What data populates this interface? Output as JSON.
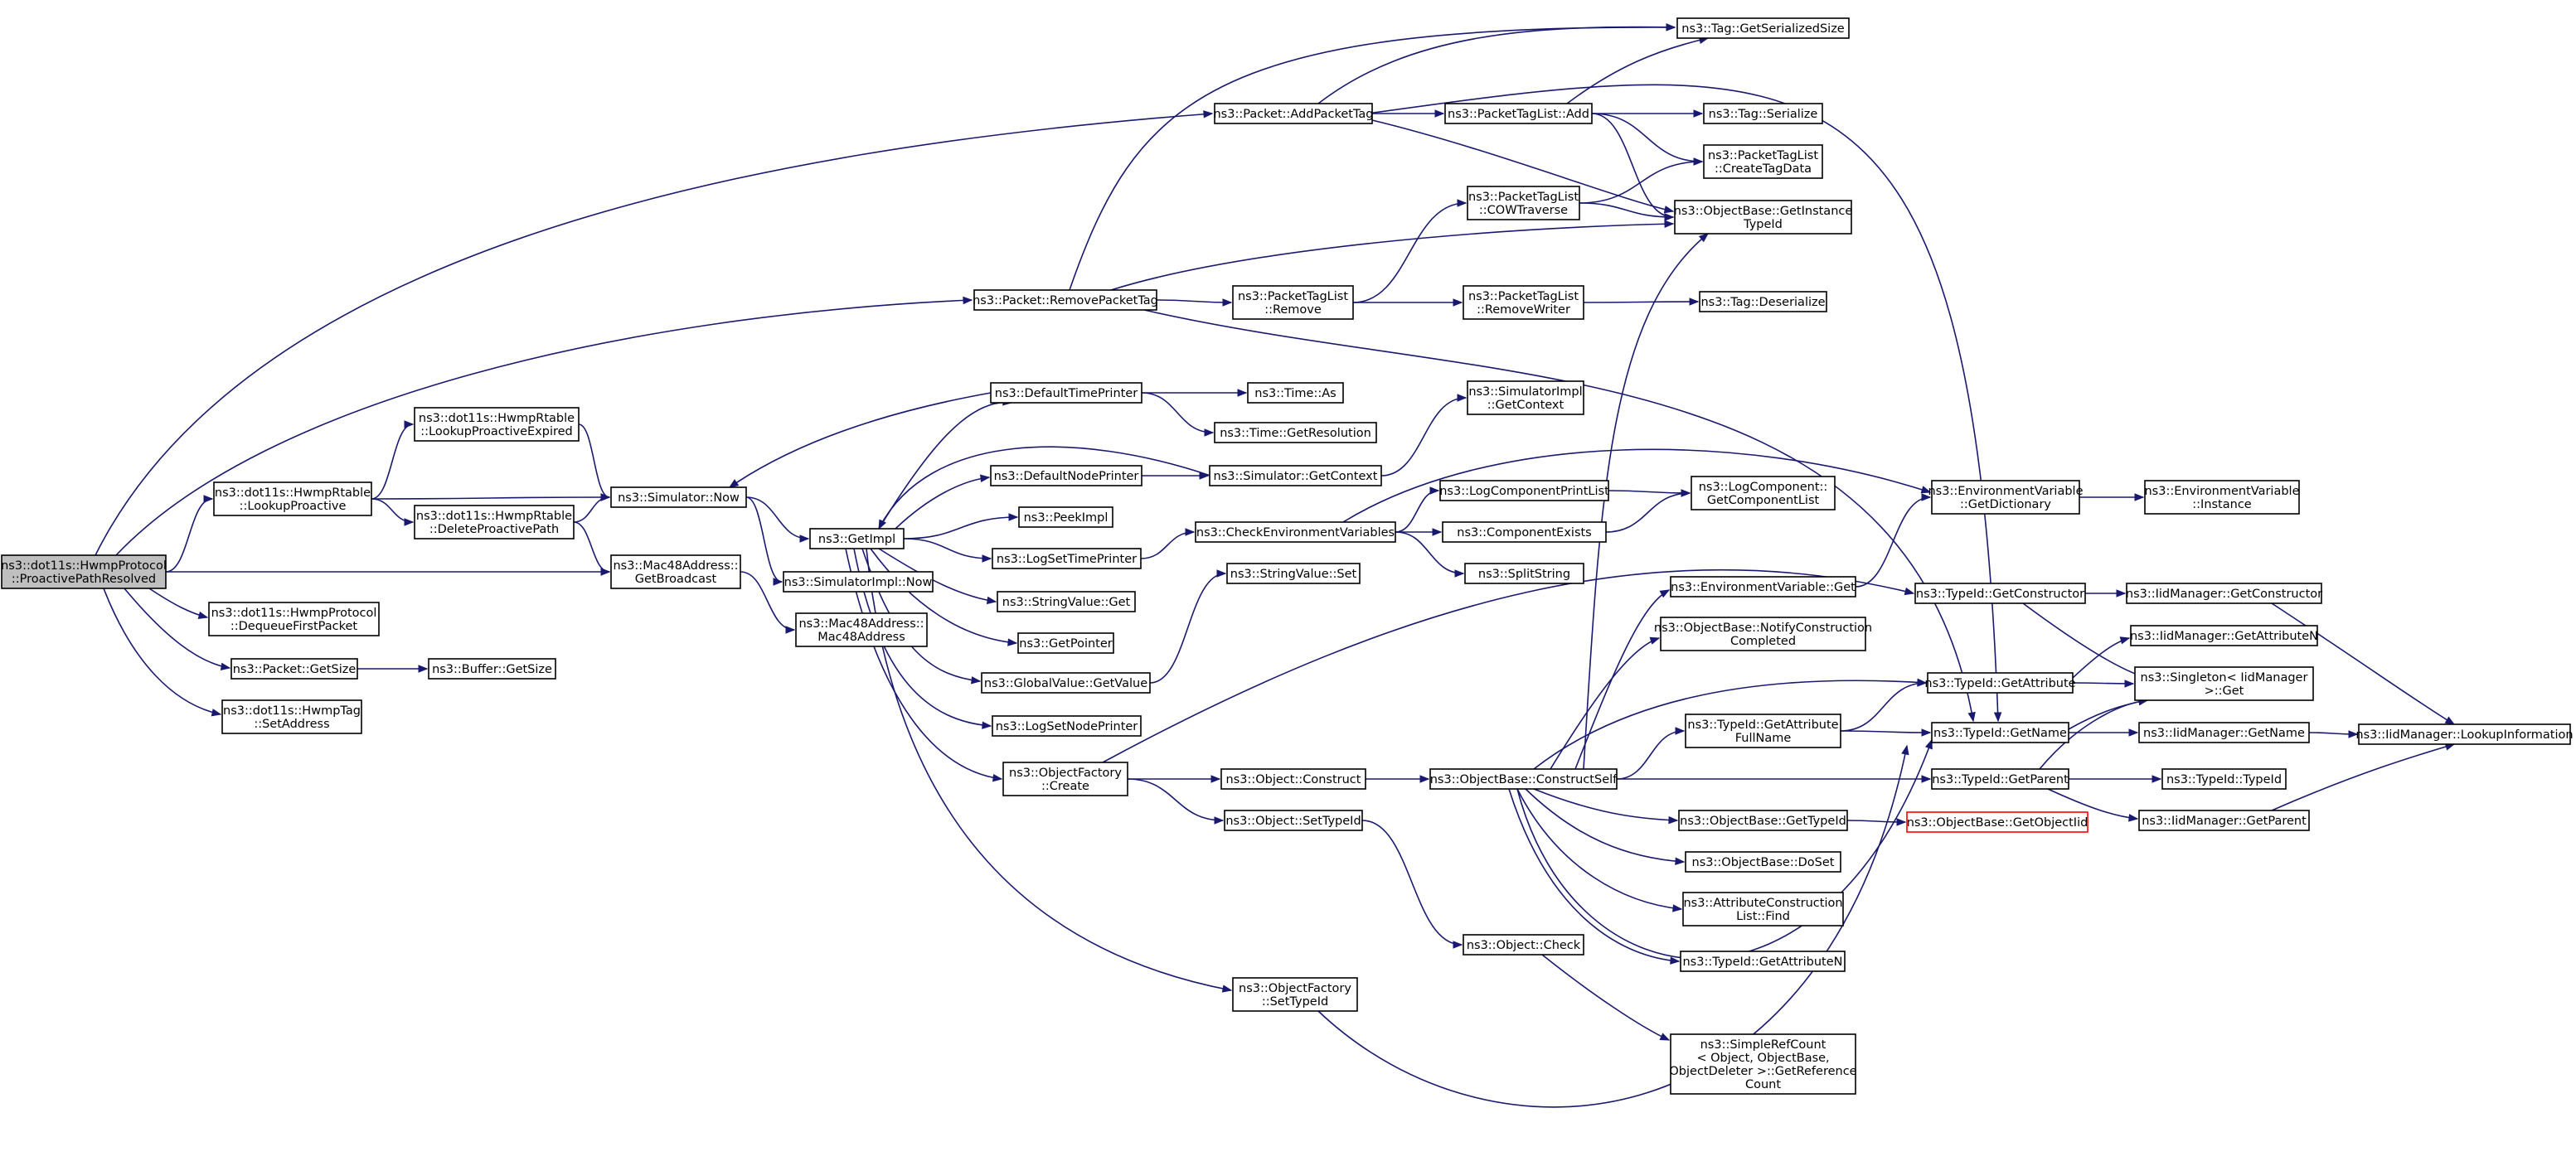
{
  "graph": {
    "title": "",
    "nodes": [
      {
        "id": "root",
        "lines": [
          "ns3::dot11s::HwmpProtocol",
          "::ProactivePathResolved"
        ],
        "root": true
      },
      {
        "id": "lookupProactive",
        "lines": [
          "ns3::dot11s::HwmpRtable",
          "::LookupProactive"
        ]
      },
      {
        "id": "dequeueFirstPacket",
        "lines": [
          "ns3::dot11s::HwmpProtocol",
          "::DequeueFirstPacket"
        ]
      },
      {
        "id": "packetGetSize",
        "lines": [
          "ns3::Packet::GetSize"
        ]
      },
      {
        "id": "hwmpTagSetAddress",
        "lines": [
          "ns3::dot11s::HwmpTag",
          "::SetAddress"
        ]
      },
      {
        "id": "lookupProactiveExpired",
        "lines": [
          "ns3::dot11s::HwmpRtable",
          "::LookupProactiveExpired"
        ]
      },
      {
        "id": "deleteProactivePath",
        "lines": [
          "ns3::dot11s::HwmpRtable",
          "::DeleteProactivePath"
        ]
      },
      {
        "id": "bufferGetSize",
        "lines": [
          "ns3::Buffer::GetSize"
        ]
      },
      {
        "id": "simulatorNow",
        "lines": [
          "ns3::Simulator::Now"
        ]
      },
      {
        "id": "macGetBroadcast",
        "lines": [
          "ns3::Mac48Address::",
          "GetBroadcast"
        ]
      },
      {
        "id": "simImplNow",
        "lines": [
          "ns3::SimulatorImpl::Now"
        ]
      },
      {
        "id": "macCtor",
        "lines": [
          "ns3::Mac48Address::",
          "Mac48Address"
        ]
      },
      {
        "id": "getImpl",
        "lines": [
          "ns3::GetImpl"
        ]
      },
      {
        "id": "defaultTimePrinter",
        "lines": [
          "ns3::DefaultTimePrinter"
        ]
      },
      {
        "id": "defaultNodePrinter",
        "lines": [
          "ns3::DefaultNodePrinter"
        ]
      },
      {
        "id": "peekImpl",
        "lines": [
          "ns3::PeekImpl"
        ]
      },
      {
        "id": "logSetTimePrinter",
        "lines": [
          "ns3::LogSetTimePrinter"
        ]
      },
      {
        "id": "stringValueGet",
        "lines": [
          "ns3::StringValue::Get"
        ]
      },
      {
        "id": "getPointer",
        "lines": [
          "ns3::GetPointer"
        ]
      },
      {
        "id": "globalValueGetValue",
        "lines": [
          "ns3::GlobalValue::GetValue"
        ]
      },
      {
        "id": "logSetNodePrinter",
        "lines": [
          "ns3::LogSetNodePrinter"
        ]
      },
      {
        "id": "objectFactoryCreate",
        "lines": [
          "ns3::ObjectFactory",
          "::Create"
        ]
      },
      {
        "id": "objectFactorySetTypeId",
        "lines": [
          "ns3::ObjectFactory",
          "::SetTypeId"
        ]
      },
      {
        "id": "packetRemovePacketTag",
        "lines": [
          "ns3::Packet::RemovePacketTag"
        ]
      },
      {
        "id": "packetAddPacketTag",
        "lines": [
          "ns3::Packet::AddPacketTag"
        ]
      },
      {
        "id": "timeAs",
        "lines": [
          "ns3::Time::As"
        ]
      },
      {
        "id": "timeGetResolution",
        "lines": [
          "ns3::Time::GetResolution"
        ]
      },
      {
        "id": "simulatorGetContext",
        "lines": [
          "ns3::Simulator::GetContext"
        ]
      },
      {
        "id": "checkEnvVars",
        "lines": [
          "ns3::CheckEnvironmentVariables"
        ]
      },
      {
        "id": "stringValueSet",
        "lines": [
          "ns3::StringValue::Set"
        ]
      },
      {
        "id": "objectConstruct",
        "lines": [
          "ns3::Object::Construct"
        ]
      },
      {
        "id": "objectSetTypeId",
        "lines": [
          "ns3::Object::SetTypeId"
        ]
      },
      {
        "id": "packetTagListRemove",
        "lines": [
          "ns3::PacketTagList",
          "::Remove"
        ]
      },
      {
        "id": "packetTagListAdd",
        "lines": [
          "ns3::PacketTagList::Add"
        ]
      },
      {
        "id": "packetTagListCOW",
        "lines": [
          "ns3::PacketTagList",
          "::COWTraverse"
        ]
      },
      {
        "id": "packetTagListRemoveWriter",
        "lines": [
          "ns3::PacketTagList",
          "::RemoveWriter"
        ]
      },
      {
        "id": "simImplGetContext",
        "lines": [
          "ns3::SimulatorImpl",
          "::GetContext"
        ]
      },
      {
        "id": "logComponentPrintList",
        "lines": [
          "ns3::LogComponentPrintList"
        ]
      },
      {
        "id": "componentExists",
        "lines": [
          "ns3::ComponentExists"
        ]
      },
      {
        "id": "splitString",
        "lines": [
          "ns3::SplitString"
        ]
      },
      {
        "id": "constructSelf",
        "lines": [
          "ns3::ObjectBase::ConstructSelf"
        ]
      },
      {
        "id": "objectCheck",
        "lines": [
          "ns3::Object::Check"
        ]
      },
      {
        "id": "tagGetSerializedSize",
        "lines": [
          "ns3::Tag::GetSerializedSize"
        ]
      },
      {
        "id": "tagSerialize",
        "lines": [
          "ns3::Tag::Serialize"
        ]
      },
      {
        "id": "createTagData",
        "lines": [
          "ns3::PacketTagList",
          "::CreateTagData"
        ]
      },
      {
        "id": "getInstanceTypeId",
        "lines": [
          "ns3::ObjectBase::GetInstance",
          "TypeId"
        ]
      },
      {
        "id": "tagDeserialize",
        "lines": [
          "ns3::Tag::Deserialize"
        ]
      },
      {
        "id": "logComponentGetList",
        "lines": [
          "ns3::LogComponent::",
          "GetComponentList"
        ]
      },
      {
        "id": "envVarGet",
        "lines": [
          "ns3::EnvironmentVariable::Get"
        ]
      },
      {
        "id": "notifyConstruction",
        "lines": [
          "ns3::ObjectBase::NotifyConstruction",
          "Completed"
        ]
      },
      {
        "id": "getAttributeFullName",
        "lines": [
          "ns3::TypeId::GetAttribute",
          "FullName"
        ]
      },
      {
        "id": "objectBaseGetTypeId",
        "lines": [
          "ns3::ObjectBase::GetTypeId"
        ]
      },
      {
        "id": "objectBaseDoSet",
        "lines": [
          "ns3::ObjectBase::DoSet"
        ]
      },
      {
        "id": "attrConstructionFind",
        "lines": [
          "ns3::AttributeConstruction",
          "List::Find"
        ]
      },
      {
        "id": "typeIdGetAttributeN",
        "lines": [
          "ns3::TypeId::GetAttributeN"
        ]
      },
      {
        "id": "simpleRefCount",
        "lines": [
          "ns3::SimpleRefCount",
          "< Object, ObjectBase,",
          "ObjectDeleter >::GetReference",
          "Count"
        ]
      },
      {
        "id": "envVarGetDictionary",
        "lines": [
          "ns3::EnvironmentVariable",
          "::GetDictionary"
        ]
      },
      {
        "id": "typeIdGetConstructor",
        "lines": [
          "ns3::TypeId::GetConstructor"
        ]
      },
      {
        "id": "typeIdGetAttribute",
        "lines": [
          "ns3::TypeId::GetAttribute"
        ]
      },
      {
        "id": "typeIdGetName",
        "lines": [
          "ns3::TypeId::GetName"
        ]
      },
      {
        "id": "typeIdGetParent",
        "lines": [
          "ns3::TypeId::GetParent"
        ]
      },
      {
        "id": "getObjectIid",
        "lines": [
          "ns3::ObjectBase::GetObjectIid"
        ],
        "missing": true
      },
      {
        "id": "envVarInstance",
        "lines": [
          "ns3::EnvironmentVariable",
          "::Instance"
        ]
      },
      {
        "id": "iidGetConstructor",
        "lines": [
          "ns3::IidManager::GetConstructor"
        ]
      },
      {
        "id": "iidGetAttributeN",
        "lines": [
          "ns3::IidManager::GetAttributeN"
        ]
      },
      {
        "id": "singletonGet",
        "lines": [
          "ns3::Singleton< IidManager",
          " >::Get"
        ]
      },
      {
        "id": "iidGetName",
        "lines": [
          "ns3::IidManager::GetName"
        ]
      },
      {
        "id": "typeIdCtor",
        "lines": [
          "ns3::TypeId::TypeId"
        ]
      },
      {
        "id": "iidGetParent",
        "lines": [
          "ns3::IidManager::GetParent"
        ]
      },
      {
        "id": "iidLookupInformation",
        "lines": [
          "ns3::IidManager::LookupInformation"
        ]
      }
    ],
    "edges": [
      [
        "root",
        "lookupProactive"
      ],
      [
        "root",
        "dequeueFirstPacket"
      ],
      [
        "root",
        "packetGetSize"
      ],
      [
        "root",
        "hwmpTagSetAddress"
      ],
      [
        "root",
        "macGetBroadcast"
      ],
      [
        "root",
        "packetRemovePacketTag"
      ],
      [
        "root",
        "packetAddPacketTag"
      ],
      [
        "lookupProactive",
        "lookupProactiveExpired"
      ],
      [
        "lookupProactive",
        "deleteProactivePath"
      ],
      [
        "lookupProactive",
        "simulatorNow"
      ],
      [
        "lookupProactiveExpired",
        "simulatorNow"
      ],
      [
        "deleteProactivePath",
        "simulatorNow"
      ],
      [
        "deleteProactivePath",
        "macGetBroadcast"
      ],
      [
        "packetGetSize",
        "bufferGetSize"
      ],
      [
        "simulatorNow",
        "getImpl"
      ],
      [
        "simulatorNow",
        "simImplNow"
      ],
      [
        "macGetBroadcast",
        "macCtor"
      ],
      [
        "getImpl",
        "defaultTimePrinter"
      ],
      [
        "getImpl",
        "defaultNodePrinter"
      ],
      [
        "getImpl",
        "peekImpl"
      ],
      [
        "getImpl",
        "logSetTimePrinter"
      ],
      [
        "getImpl",
        "stringValueGet"
      ],
      [
        "getImpl",
        "getPointer"
      ],
      [
        "getImpl",
        "globalValueGetValue"
      ],
      [
        "getImpl",
        "logSetNodePrinter"
      ],
      [
        "getImpl",
        "objectFactoryCreate"
      ],
      [
        "getImpl",
        "objectFactorySetTypeId"
      ],
      [
        "defaultTimePrinter",
        "simulatorNow"
      ],
      [
        "defaultTimePrinter",
        "timeAs"
      ],
      [
        "defaultTimePrinter",
        "timeGetResolution"
      ],
      [
        "defaultNodePrinter",
        "simulatorGetContext"
      ],
      [
        "simulatorGetContext",
        "getImpl"
      ],
      [
        "simulatorGetContext",
        "simImplGetContext"
      ],
      [
        "logSetTimePrinter",
        "checkEnvVars"
      ],
      [
        "globalValueGetValue",
        "stringValueSet"
      ],
      [
        "objectFactoryCreate",
        "objectConstruct"
      ],
      [
        "objectFactoryCreate",
        "objectSetTypeId"
      ],
      [
        "objectFactoryCreate",
        "typeIdGetConstructor"
      ],
      [
        "objectFactorySetTypeId",
        "simpleRefCount"
      ],
      [
        "packetRemovePacketTag",
        "tagGetSerializedSize"
      ],
      [
        "packetRemovePacketTag",
        "packetTagListRemove"
      ],
      [
        "packetRemovePacketTag",
        "getInstanceTypeId"
      ],
      [
        "packetRemovePacketTag",
        "typeIdGetName"
      ],
      [
        "packetAddPacketTag",
        "tagGetSerializedSize"
      ],
      [
        "packetAddPacketTag",
        "packetTagListAdd"
      ],
      [
        "packetAddPacketTag",
        "getInstanceTypeId"
      ],
      [
        "packetAddPacketTag",
        "typeIdGetName"
      ],
      [
        "checkEnvVars",
        "logComponentPrintList"
      ],
      [
        "checkEnvVars",
        "componentExists"
      ],
      [
        "checkEnvVars",
        "splitString"
      ],
      [
        "checkEnvVars",
        "envVarGetDictionary"
      ],
      [
        "objectConstruct",
        "constructSelf"
      ],
      [
        "objectSetTypeId",
        "objectCheck"
      ],
      [
        "packetTagListRemove",
        "packetTagListCOW"
      ],
      [
        "packetTagListRemove",
        "packetTagListRemoveWriter"
      ],
      [
        "packetTagListAdd",
        "tagGetSerializedSize"
      ],
      [
        "packetTagListAdd",
        "tagSerialize"
      ],
      [
        "packetTagListAdd",
        "createTagData"
      ],
      [
        "packetTagListAdd",
        "getInstanceTypeId"
      ],
      [
        "packetTagListCOW",
        "createTagData"
      ],
      [
        "packetTagListCOW",
        "getInstanceTypeId"
      ],
      [
        "packetTagListRemoveWriter",
        "tagDeserialize"
      ],
      [
        "logComponentPrintList",
        "logComponentGetList"
      ],
      [
        "componentExists",
        "logComponentGetList"
      ],
      [
        "constructSelf",
        "getInstanceTypeId"
      ],
      [
        "constructSelf",
        "envVarGet"
      ],
      [
        "constructSelf",
        "notifyConstruction"
      ],
      [
        "constructSelf",
        "getAttributeFullName"
      ],
      [
        "constructSelf",
        "objectBaseGetTypeId"
      ],
      [
        "constructSelf",
        "objectBaseDoSet"
      ],
      [
        "constructSelf",
        "attrConstructionFind"
      ],
      [
        "constructSelf",
        "typeIdGetAttributeN"
      ],
      [
        "constructSelf",
        "typeIdGetAttribute"
      ],
      [
        "constructSelf",
        "typeIdGetName"
      ],
      [
        "constructSelf",
        "typeIdGetParent"
      ],
      [
        "objectCheck",
        "simpleRefCount"
      ],
      [
        "envVarGet",
        "envVarGetDictionary"
      ],
      [
        "getAttributeFullName",
        "typeIdGetAttribute"
      ],
      [
        "getAttributeFullName",
        "typeIdGetName"
      ],
      [
        "objectBaseGetTypeId",
        "getObjectIid"
      ],
      [
        "envVarGetDictionary",
        "envVarInstance"
      ],
      [
        "typeIdGetConstructor",
        "iidGetConstructor"
      ],
      [
        "typeIdGetConstructor",
        "singletonGet"
      ],
      [
        "typeIdGetAttribute",
        "iidGetAttributeN"
      ],
      [
        "typeIdGetAttribute",
        "singletonGet"
      ],
      [
        "typeIdGetName",
        "singletonGet"
      ],
      [
        "typeIdGetName",
        "iidGetName"
      ],
      [
        "typeIdGetParent",
        "singletonGet"
      ],
      [
        "typeIdGetParent",
        "typeIdCtor"
      ],
      [
        "typeIdGetParent",
        "iidGetParent"
      ],
      [
        "iidGetConstructor",
        "iidLookupInformation"
      ],
      [
        "iidGetName",
        "iidLookupInformation"
      ],
      [
        "iidGetParent",
        "iidLookupInformation"
      ]
    ]
  }
}
